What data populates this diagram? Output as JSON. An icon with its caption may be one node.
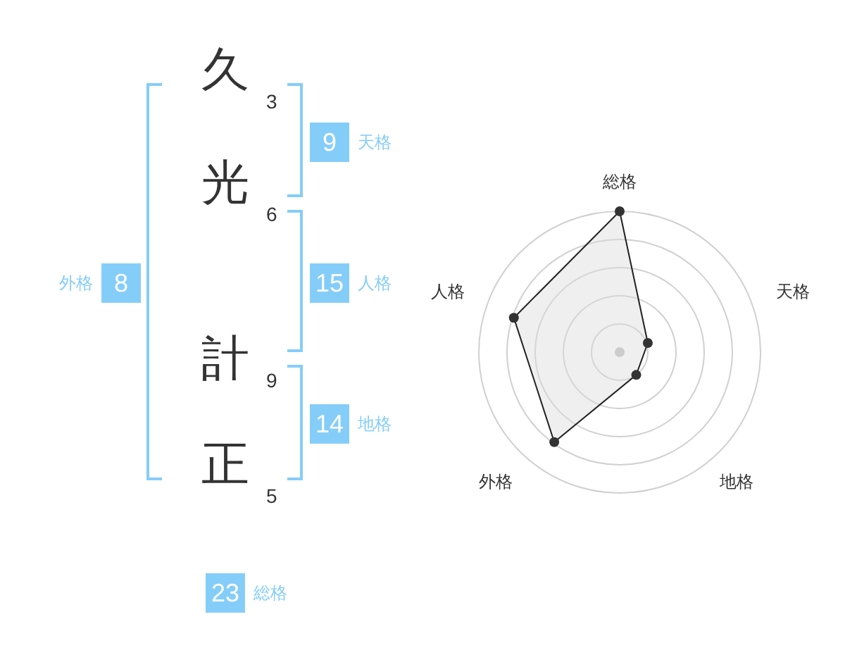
{
  "diagram": {
    "nodes": [
      {
        "text": [
          "8"
        ],
        "beside": [
          "外格"
        ]
      },
      {
        "text": [
          "9"
        ],
        "beside": [
          "天格"
        ]
      },
      {
        "text": [
          "15"
        ],
        "beside": [
          "人格"
        ]
      },
      {
        "text": [
          "14"
        ],
        "beside": [
          "地格"
        ]
      },
      {
        "text": [
          "23"
        ],
        "beside": [
          "総格"
        ]
      }
    ],
    "labels": [
      "久",
      "3",
      "光",
      "6",
      "計",
      "9",
      "正",
      "5",
      "総格",
      "人格",
      "天格",
      "外格",
      "地格"
    ]
  }
}
